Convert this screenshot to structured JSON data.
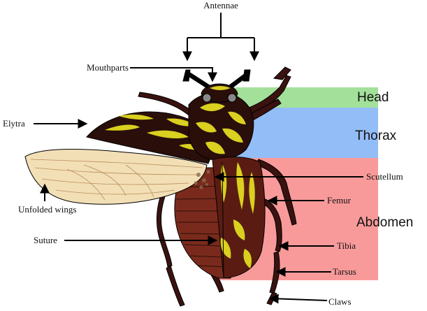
{
  "labels": {
    "antennae": "Antennae",
    "mouthparts": "Mouthparts",
    "elytra": "Elytra",
    "unfolded_wings": "Unfolded wings",
    "suture": "Suture",
    "scutellum": "Scutellum",
    "femur": "Femur",
    "tibia": "Tibia",
    "tarsus": "Tarsus",
    "claws": "Claws"
  },
  "regions": {
    "head": {
      "label": "Head",
      "color": "#a3e09a"
    },
    "thorax": {
      "label": "Thorax",
      "color": "#93bdf7"
    },
    "abdomen": {
      "label": "Abdomen",
      "color": "#f99a9a"
    }
  },
  "colors": {
    "body_dark": "#2a0e0a",
    "body_brown": "#5a1c12",
    "body_mid": "#7a2a1c",
    "yellow": "#d9d01f",
    "wing": "#f3dfb6",
    "wing_vein": "#b78d5a",
    "line": "#000000"
  }
}
